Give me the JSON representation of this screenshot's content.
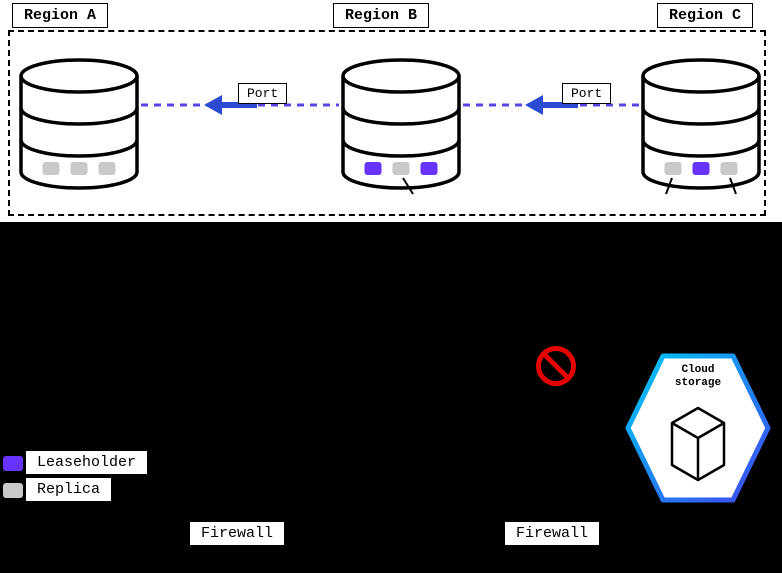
{
  "diagram": {
    "regions": [
      {
        "label": "Region A"
      },
      {
        "label": "Region B"
      },
      {
        "label": "Region C"
      }
    ],
    "ports": [
      {
        "label": "Port"
      },
      {
        "label": "Port"
      }
    ],
    "cloud_storage": {
      "line1": "Cloud",
      "line2": "storage"
    },
    "legend": [
      {
        "label": "Leaseholder",
        "color": "#6633ff"
      },
      {
        "label": "Replica",
        "color": "#c9c9c9"
      }
    ],
    "firewalls": [
      {
        "label": "Firewall"
      },
      {
        "label": "Firewall"
      }
    ],
    "databases": [
      {
        "region": "Region A",
        "markers": [
          "replica",
          "replica",
          "replica"
        ]
      },
      {
        "region": "Region B",
        "markers": [
          "leaseholder",
          "replica",
          "leaseholder"
        ]
      },
      {
        "region": "Region C",
        "markers": [
          "replica",
          "leaseholder",
          "replica"
        ]
      }
    ]
  },
  "colors": {
    "leaseholder": "#6633ff",
    "replica": "#c9c9c9",
    "connection_dash": "#5a45e8",
    "arrow": "#2b4bd3",
    "prohibition": "#e60000",
    "cloud_border_start": "#00c9f5",
    "cloud_border_end": "#3e46f0",
    "background": "#000000",
    "panel": "#ffffff"
  }
}
